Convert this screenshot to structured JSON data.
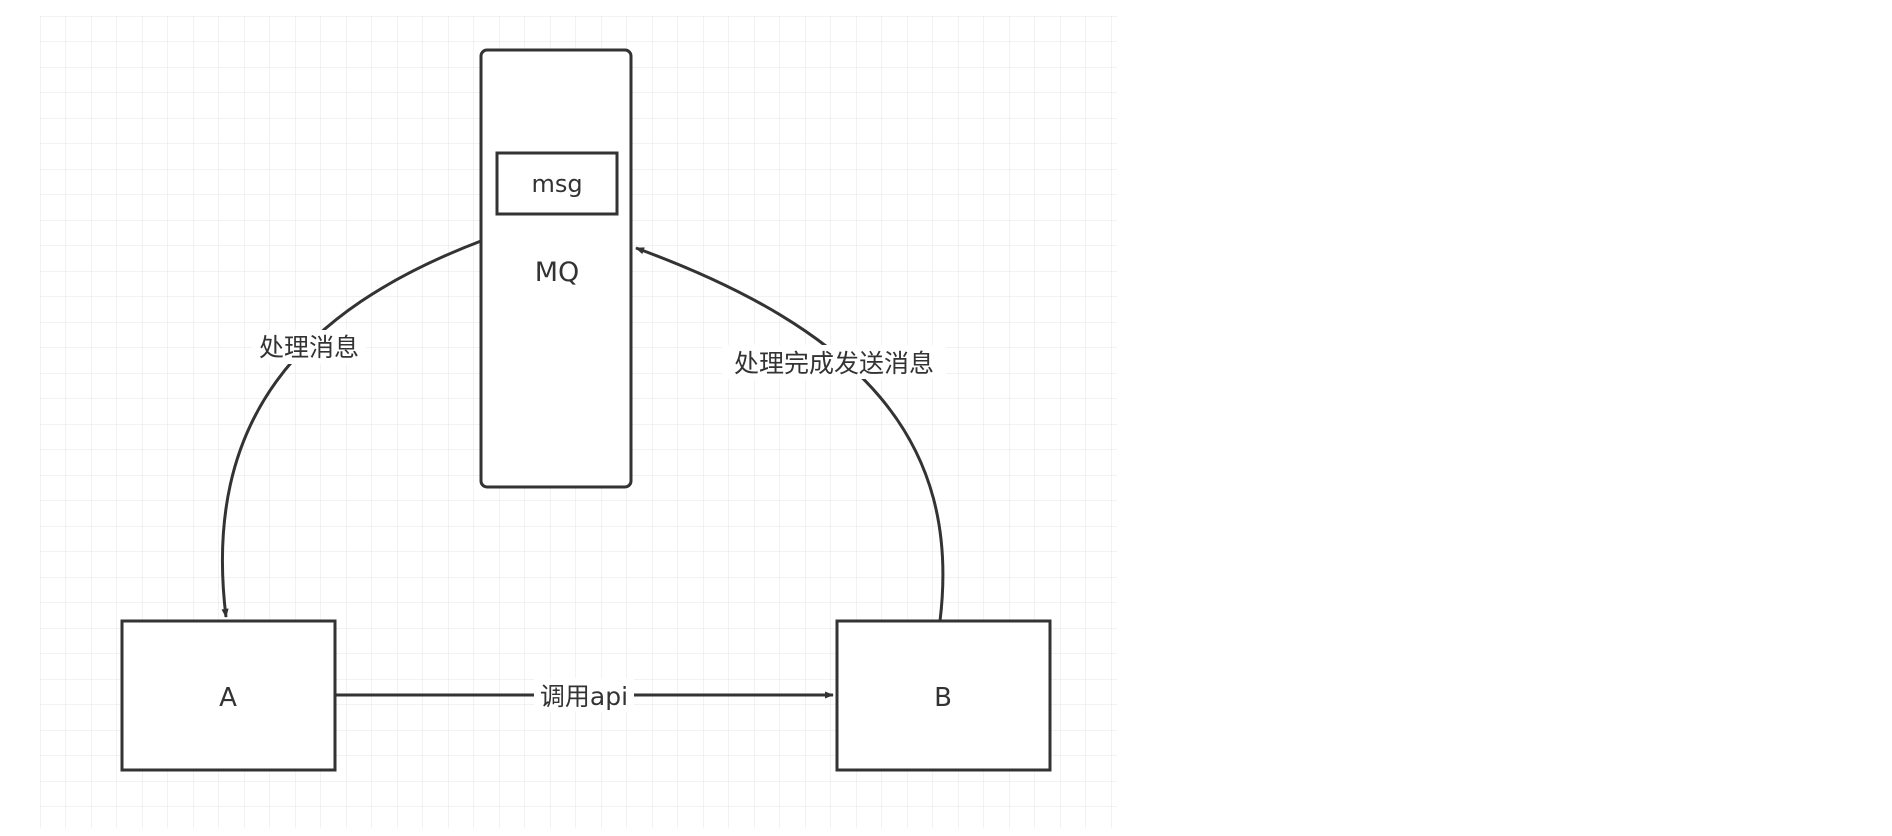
{
  "diagram": {
    "nodes": {
      "mq": {
        "label": "MQ",
        "inner_label": "msg"
      },
      "a": {
        "label": "A"
      },
      "b": {
        "label": "B"
      }
    },
    "edges": {
      "mq_to_a": {
        "label": "处理消息"
      },
      "b_to_mq": {
        "label": "处理完成发送消息"
      },
      "a_to_b": {
        "label": "调用api"
      }
    }
  },
  "colors": {
    "stroke": "#333333",
    "grid_line": "#e6e6e6",
    "background": "#ffffff"
  }
}
